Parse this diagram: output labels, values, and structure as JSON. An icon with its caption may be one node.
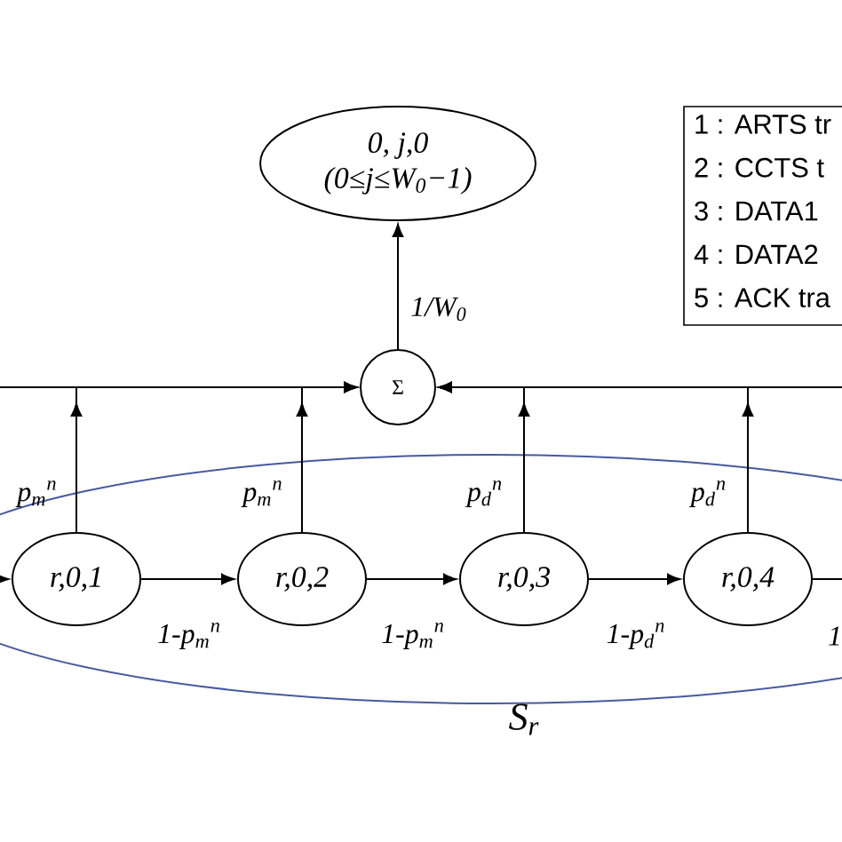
{
  "diagram": {
    "nodes": [
      {
        "text": [
          "0, j,0",
          "(0≤j≤W$_{0}$−1)"
        ]
      },
      {
        "text": [
          "Σ"
        ]
      },
      {
        "text": [
          "S$_{r}$"
        ]
      },
      {
        "text": [
          "r,0,1"
        ],
        "in": 2
      },
      {
        "text": [
          "r,0,2"
        ],
        "in": 2
      },
      {
        "text": [
          "r,0,3"
        ],
        "in": 2
      },
      {
        "text": [
          "r,0,4"
        ],
        "in": 2
      },
      {
        "text": [
          "1 : ARTS tr",
          "2 : CCTS t",
          "3 : DATA1",
          "4 : DATA2",
          "5 : ACK tra"
        ]
      }
    ],
    "edges": [
      {
        "from": 1,
        "to": 0,
        "arrow": "to",
        "label": "1/W$_{0}$"
      },
      {
        "from": null,
        "to": 1,
        "arrow": "to"
      },
      {
        "from": null,
        "to": 1,
        "arrow": "to"
      },
      {
        "from": 3,
        "to": 1,
        "arrow": "to",
        "label": "p$_{m}$$^{n}$"
      },
      {
        "from": 4,
        "to": 1,
        "arrow": "to",
        "label": "p$_{m}$$^{n}$"
      },
      {
        "from": 5,
        "to": 1,
        "arrow": "to",
        "label": "p$_{d}$$^{n}$"
      },
      {
        "from": 6,
        "to": 1,
        "arrow": "to",
        "label": "p$_{d}$$^{n}$"
      },
      {
        "from": null,
        "to": 3,
        "arrow": "to"
      },
      {
        "from": 3,
        "to": 4,
        "arrow": "to",
        "label": "1-p$_{m}$$^{n}$"
      },
      {
        "from": 4,
        "to": 5,
        "arrow": "to",
        "label": "1-p$_{m}$$^{n}$"
      },
      {
        "from": 5,
        "to": 6,
        "arrow": "to",
        "label": "1-p$_{d}$$^{n}$"
      },
      {
        "from": 6,
        "to": null,
        "arrow": "none",
        "label": "1"
      }
    ]
  }
}
